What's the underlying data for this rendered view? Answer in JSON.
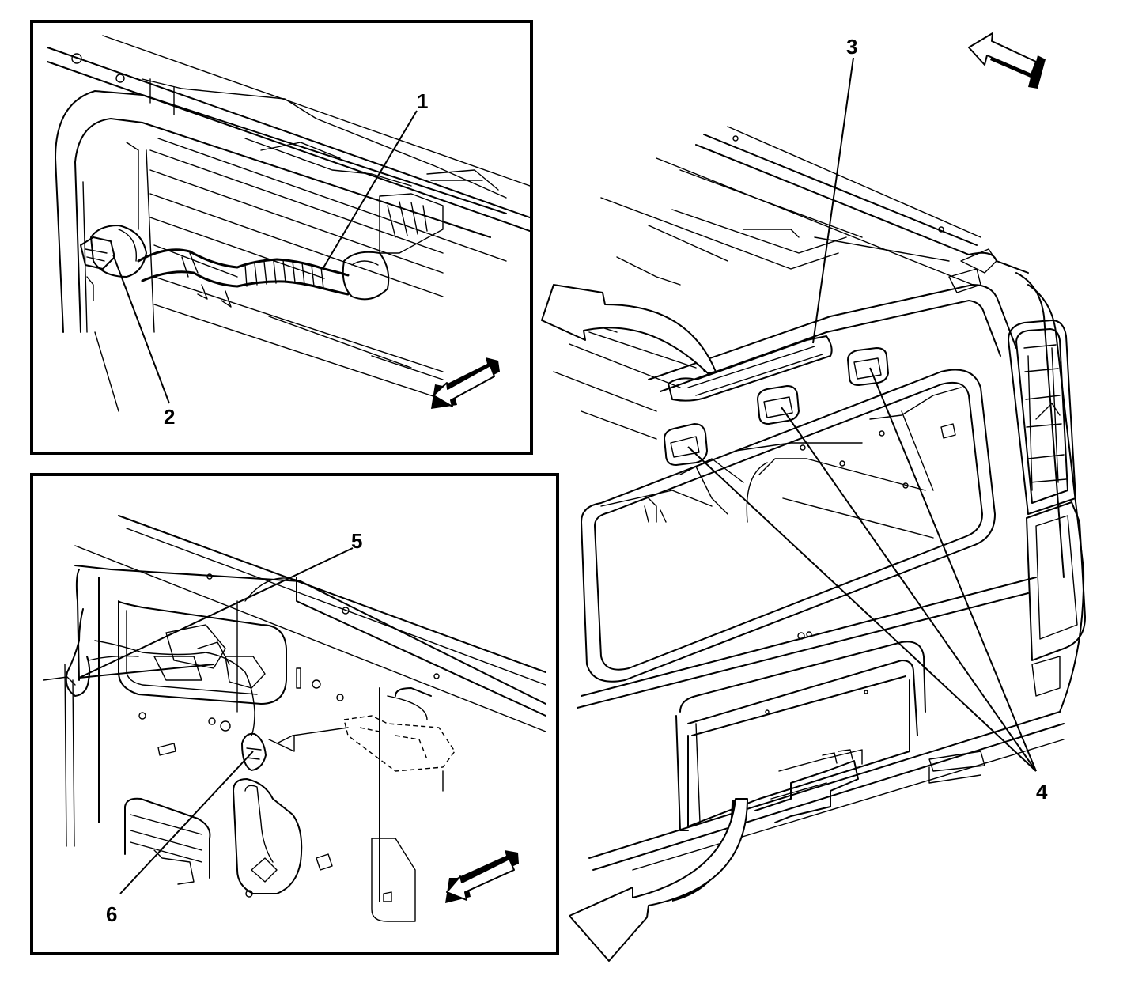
{
  "callouts": {
    "c1": "1",
    "c2": "2",
    "c3": "3",
    "c4": "4",
    "c5": "5",
    "c6": "6"
  },
  "icons": [
    "direction-arrow-icon",
    "rotation-arrow-icon"
  ]
}
